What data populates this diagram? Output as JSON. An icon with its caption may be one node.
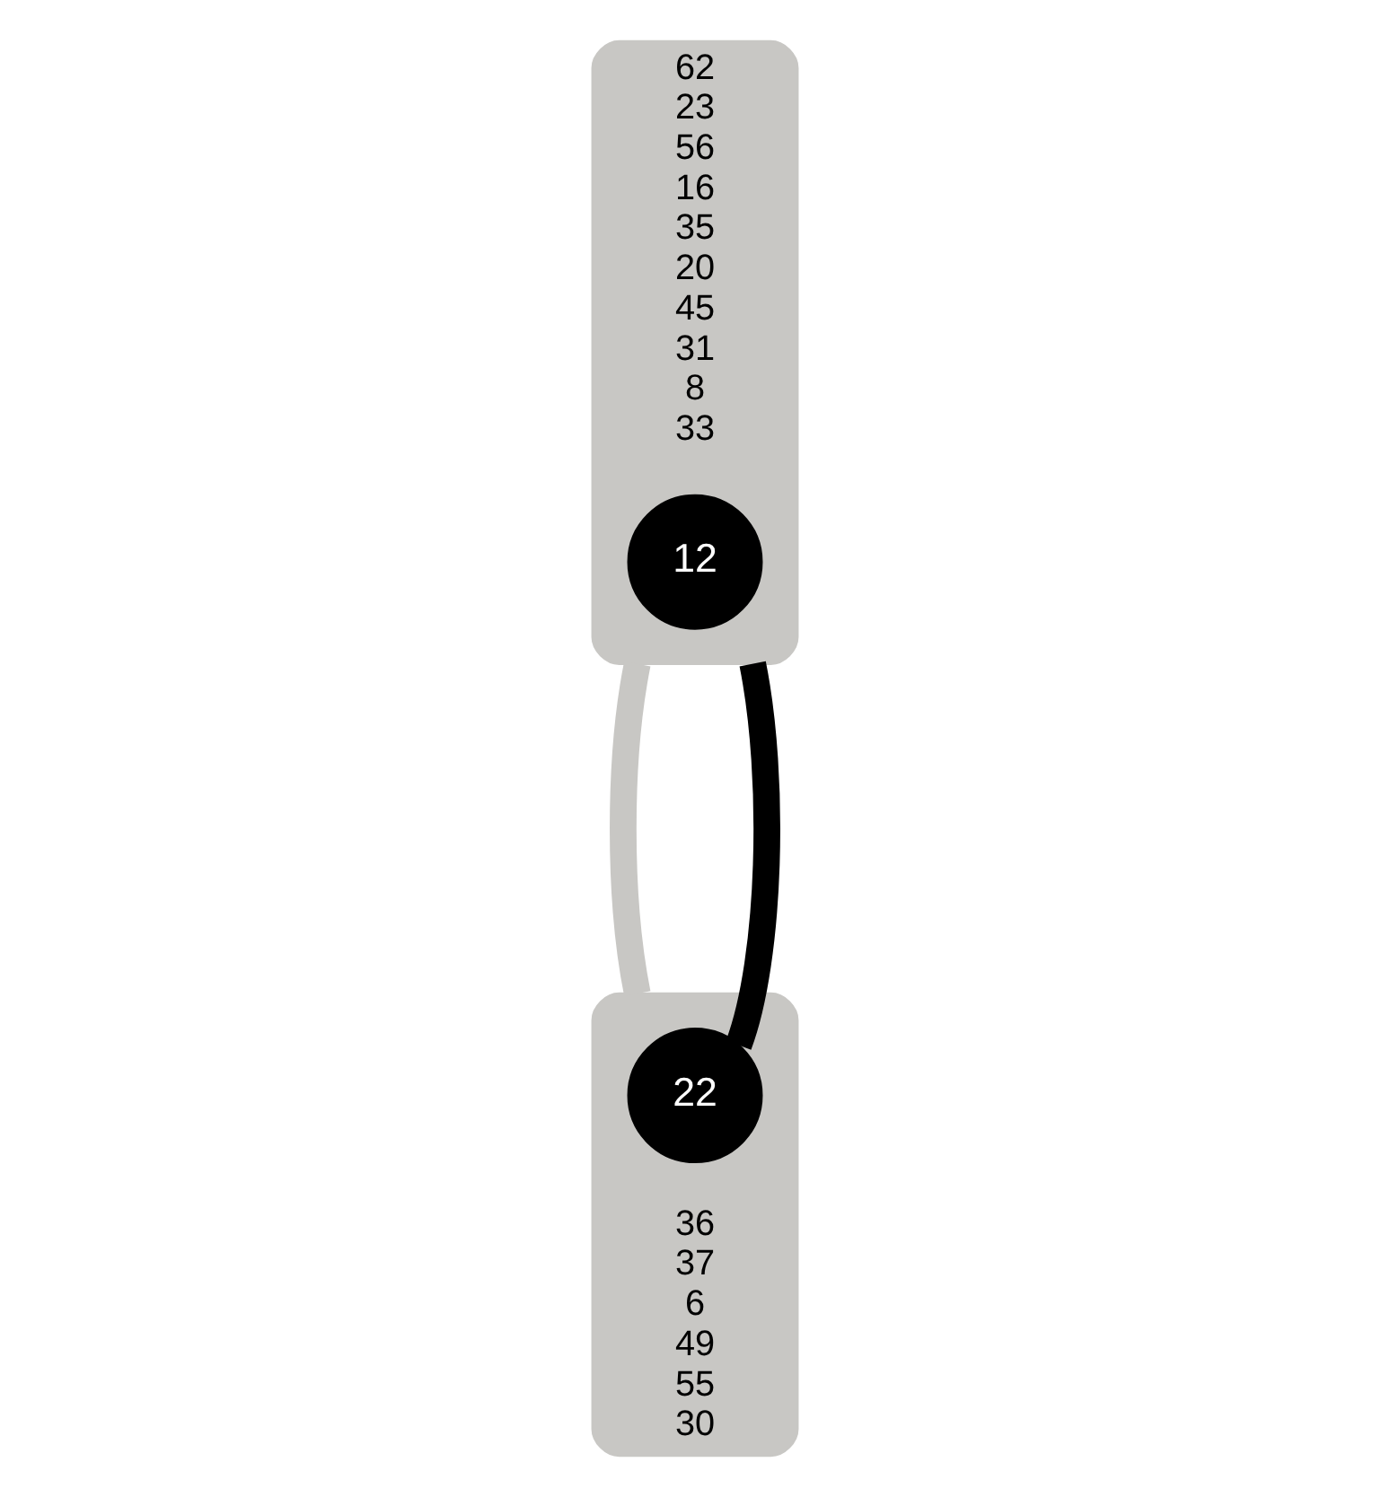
{
  "diagram": {
    "nodes": [
      {
        "text": [
          "62",
          "23",
          "56",
          "16",
          "35",
          "20",
          "45",
          "31",
          "8",
          "33"
        ]
      },
      {
        "text": [
          "12"
        ],
        "in": 0
      },
      {
        "text": [
          "36",
          "37",
          "6",
          "49",
          "55",
          "30"
        ]
      },
      {
        "text": [
          "22"
        ],
        "in": 2
      }
    ],
    "edges": [
      {
        "from": 0,
        "to": 2,
        "arrow": "none",
        "color": "#c8c7c4"
      },
      {
        "from": 0,
        "to": 3,
        "arrow": "none",
        "color": "#000000"
      }
    ]
  }
}
